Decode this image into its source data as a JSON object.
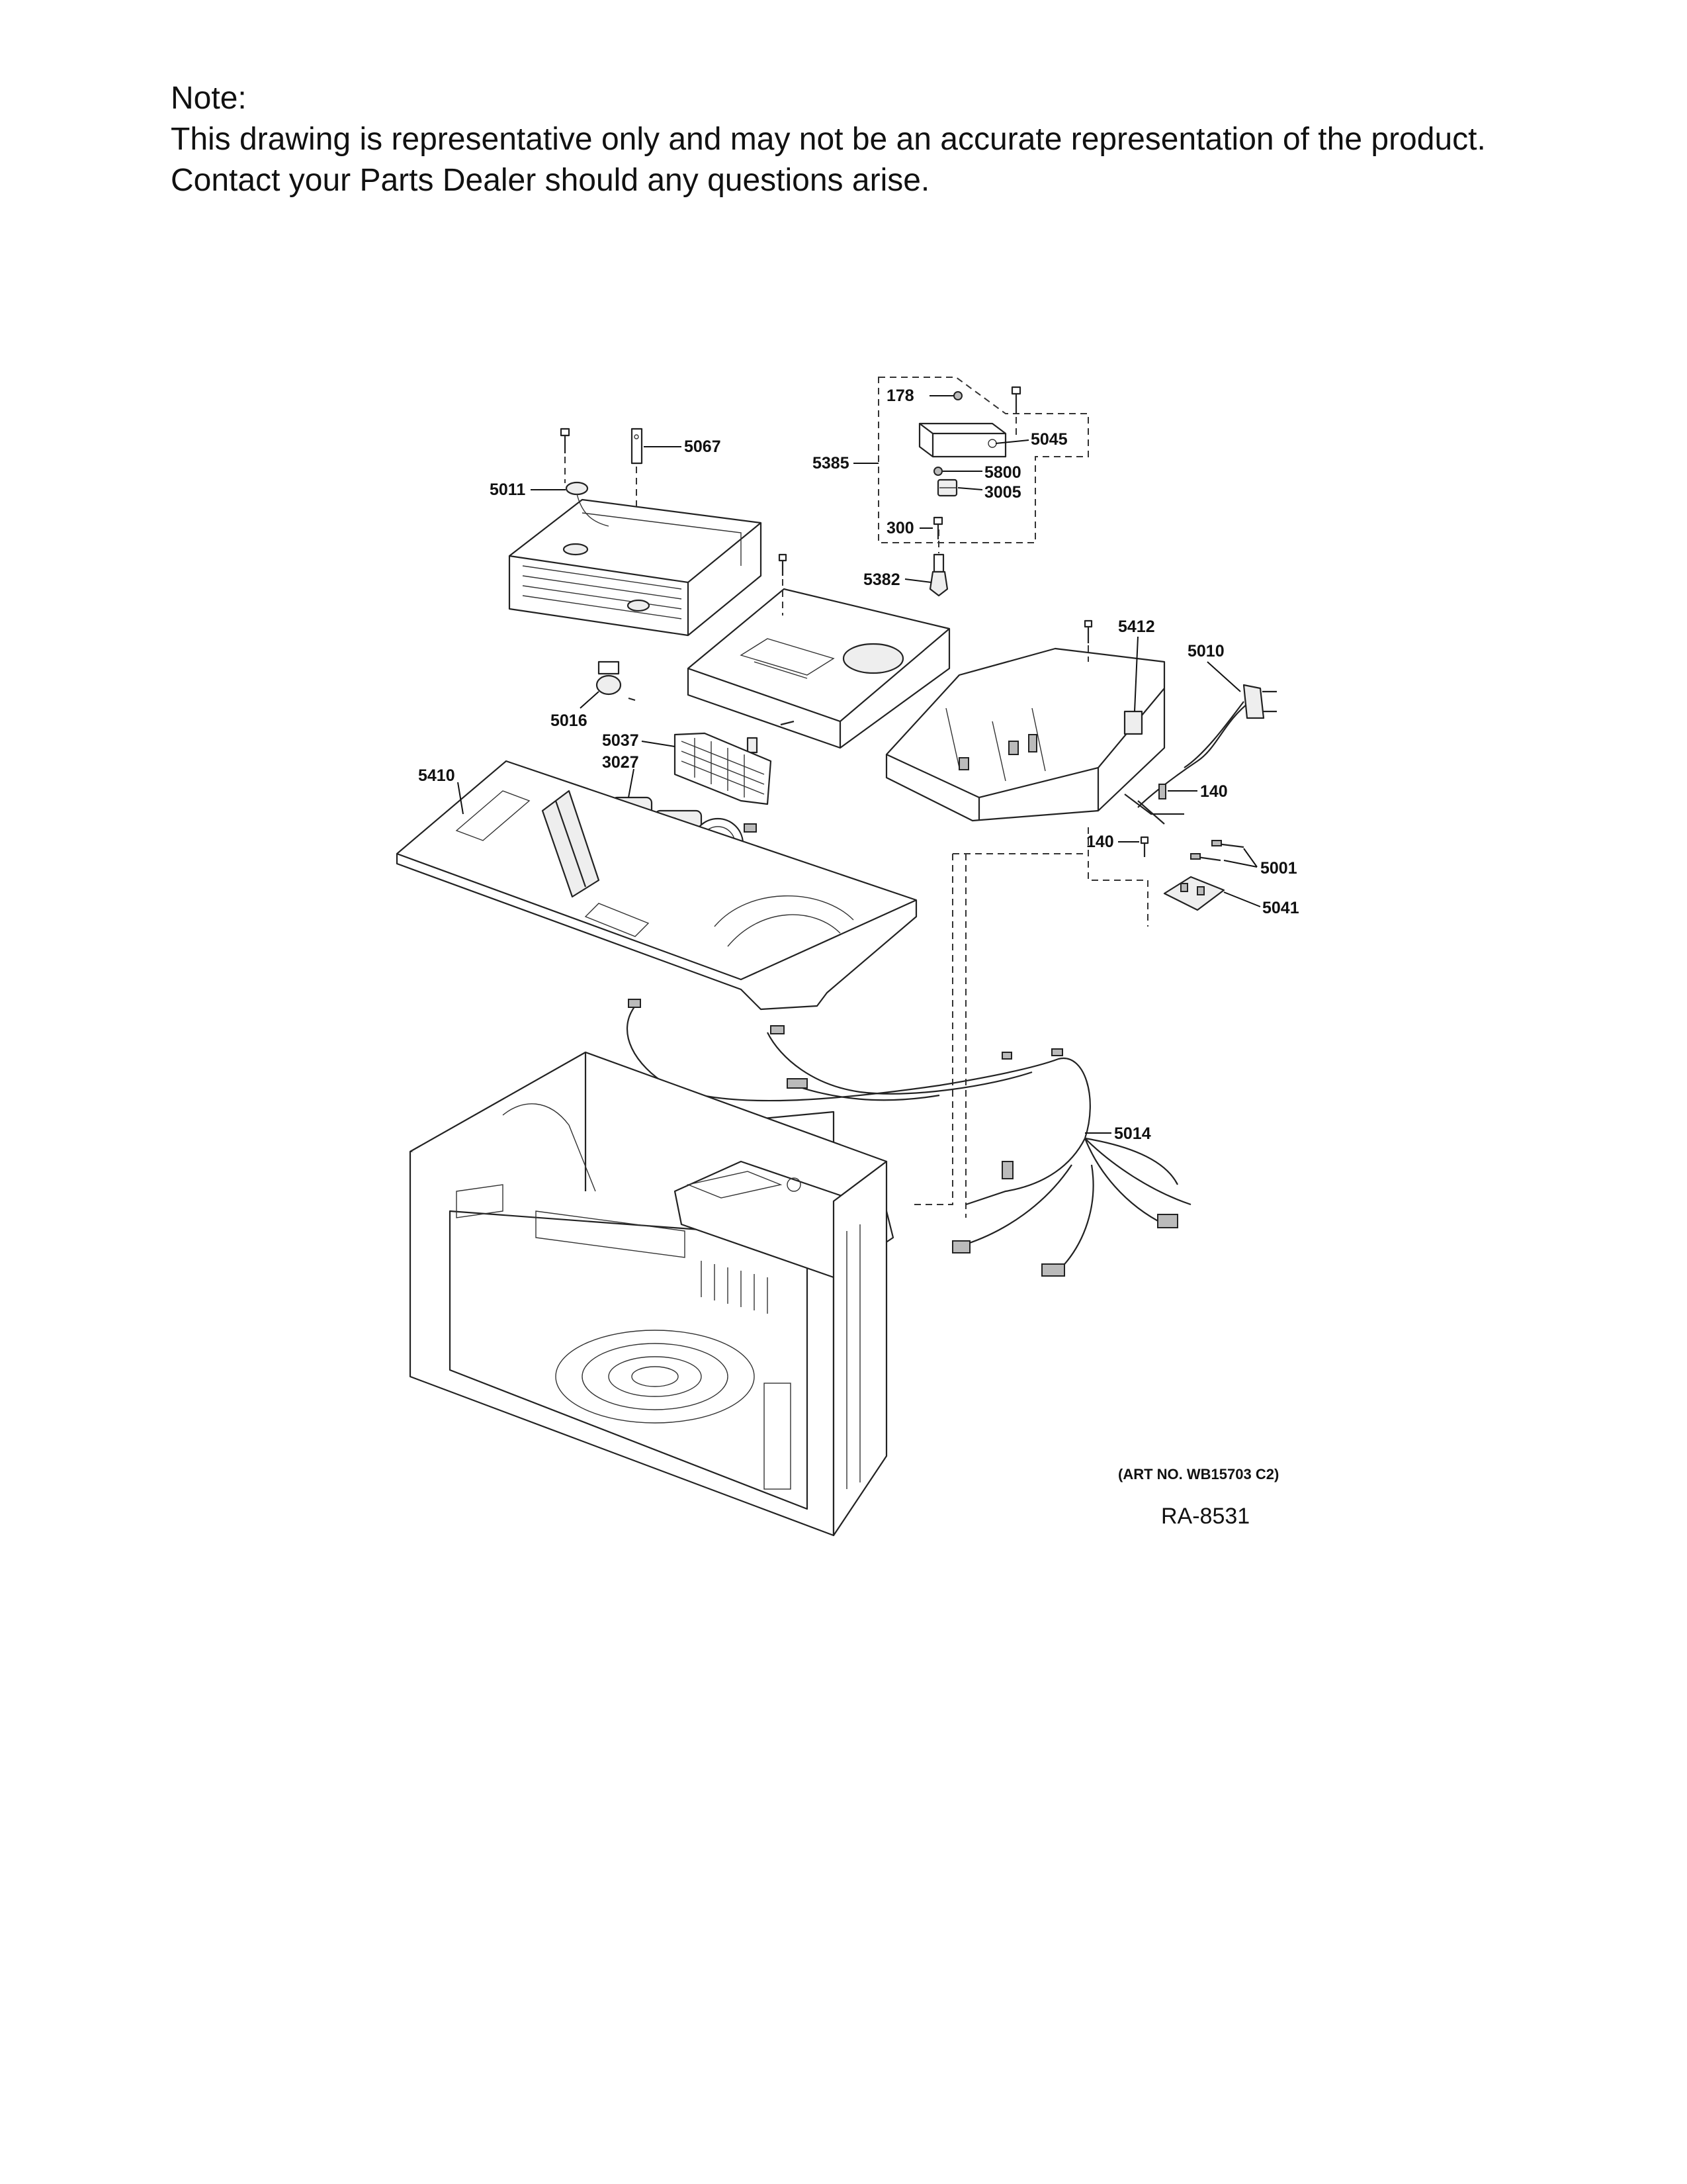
{
  "note": {
    "title": "Note:",
    "line1": "This drawing is representative only and may not be an accurate representation of the product.",
    "line2": "Contact your Parts Dealer should any questions arise."
  },
  "diagram": {
    "callouts": {
      "c178": "178",
      "c5045": "5045",
      "c5385": "5385",
      "c5800": "5800",
      "c3005": "3005",
      "c300": "300",
      "c5382": "5382",
      "c5067": "5067",
      "c5011": "5011",
      "c5412": "5412",
      "c5010": "5010",
      "c5016": "5016",
      "c5037": "5037",
      "c3027": "3027",
      "c5410": "5410",
      "c140a": "140",
      "c140b": "140",
      "c5001": "5001",
      "c5041": "5041",
      "c5014": "5014"
    },
    "art_number": "(ART NO. WB15703 C2)",
    "drawing_id": "RA-8531"
  }
}
